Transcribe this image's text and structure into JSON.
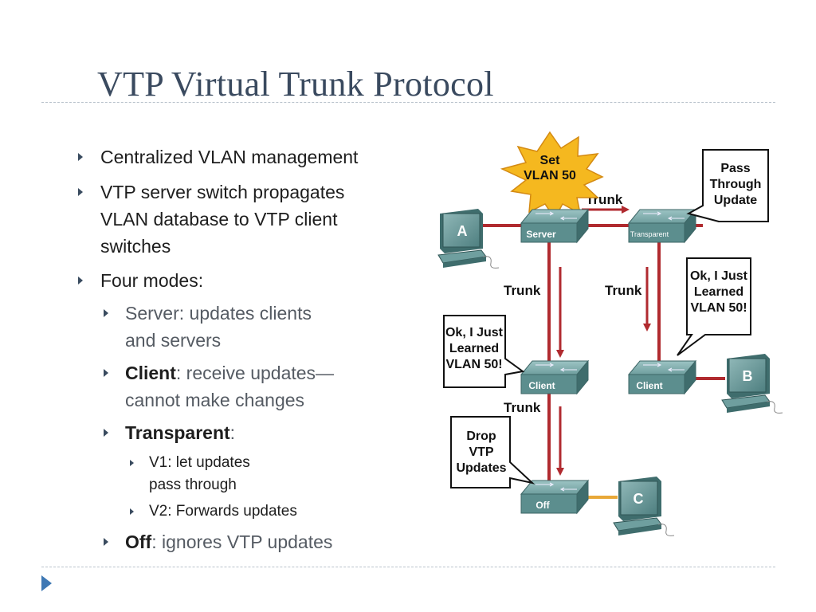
{
  "slide": {
    "title": "VTP Virtual Trunk Protocol",
    "bullets": [
      {
        "text": "Centralized VLAN management"
      },
      {
        "lines": [
          "VTP server switch propagates",
          "VLAN database to VTP client",
          "switches"
        ]
      },
      {
        "text": "Four modes:"
      }
    ],
    "modes": [
      {
        "label": "Server:",
        "desc_lines": [
          " updates clients",
          "and servers"
        ]
      },
      {
        "label": "Client",
        "sep": ":",
        "desc_lines": [
          " receive updates—",
          "cannot make changes"
        ]
      },
      {
        "label": "Transparent",
        "sep": ":"
      }
    ],
    "transparent_subs": [
      {
        "lines": [
          "V1: let updates",
          "pass through"
        ]
      },
      {
        "text": "V2: Forwards updates"
      }
    ],
    "off_mode": {
      "label": "Off",
      "sep": ":",
      "desc": " ignores VTP updates"
    }
  },
  "diagram": {
    "starburst_lines": [
      "Set",
      "VLAN 50"
    ],
    "trunk_label": "Trunk",
    "switches": {
      "server": "Server",
      "transparent": "Transparent",
      "client1": "Client",
      "client2": "Client",
      "off": "Off"
    },
    "pcs": {
      "a": "A",
      "b": "B",
      "c": "C"
    },
    "callouts": {
      "pass_through": [
        "Pass",
        "Through",
        "Update"
      ],
      "learned_1": [
        "Ok, I Just",
        "Learned",
        "VLAN 50!"
      ],
      "learned_2": [
        "Ok, I Just",
        "Learned",
        "VLAN 50!"
      ],
      "drop": [
        "Drop",
        "VTP",
        "Updates"
      ]
    },
    "colors": {
      "trunk": "#b02a2f",
      "access": "#e8a838",
      "switch": "#5c8e8e"
    }
  }
}
